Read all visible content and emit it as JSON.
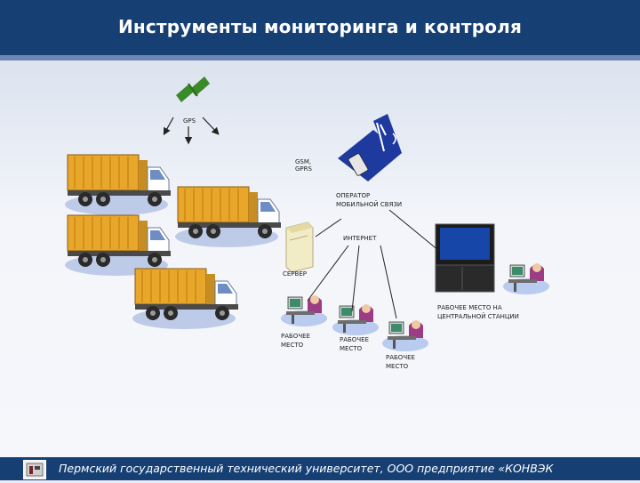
{
  "title": "Инструменты мониторинга и контроля",
  "footer": {
    "text": "Пермский государственный технический университет, ООО предприятие «КОНВЭК"
  },
  "diagram": {
    "gps": "GPS",
    "gsm": [
      "GSM,",
      "GPRS"
    ],
    "operator": [
      "ОПЕРАТОР",
      "МОБИЛЬНОЙ СВЯЗИ"
    ],
    "internet": "ИНТЕРНЕТ",
    "server": "СЕРВЕР",
    "central": [
      "РАБОЧЕЕ МЕСТО НА",
      "ЦЕНТРАЛЬНОЙ СТАНЦИИ"
    ],
    "workplace1": [
      "РАБОЧЕЕ",
      "МЕСТО"
    ],
    "workplace2": [
      "РАБОЧЕЕ",
      "МЕСТО"
    ],
    "workplace3": [
      "РАБОЧЕЕ",
      "МЕСТО"
    ]
  },
  "icons": [
    "satellite-icon",
    "garbage-truck-icon",
    "mobile-operator-icon",
    "server-icon",
    "tv-monitor-icon",
    "workstation-icon"
  ],
  "colors": {
    "header": "#163f74",
    "truck": "#e8a62a",
    "operator": "#1f3a9e"
  }
}
